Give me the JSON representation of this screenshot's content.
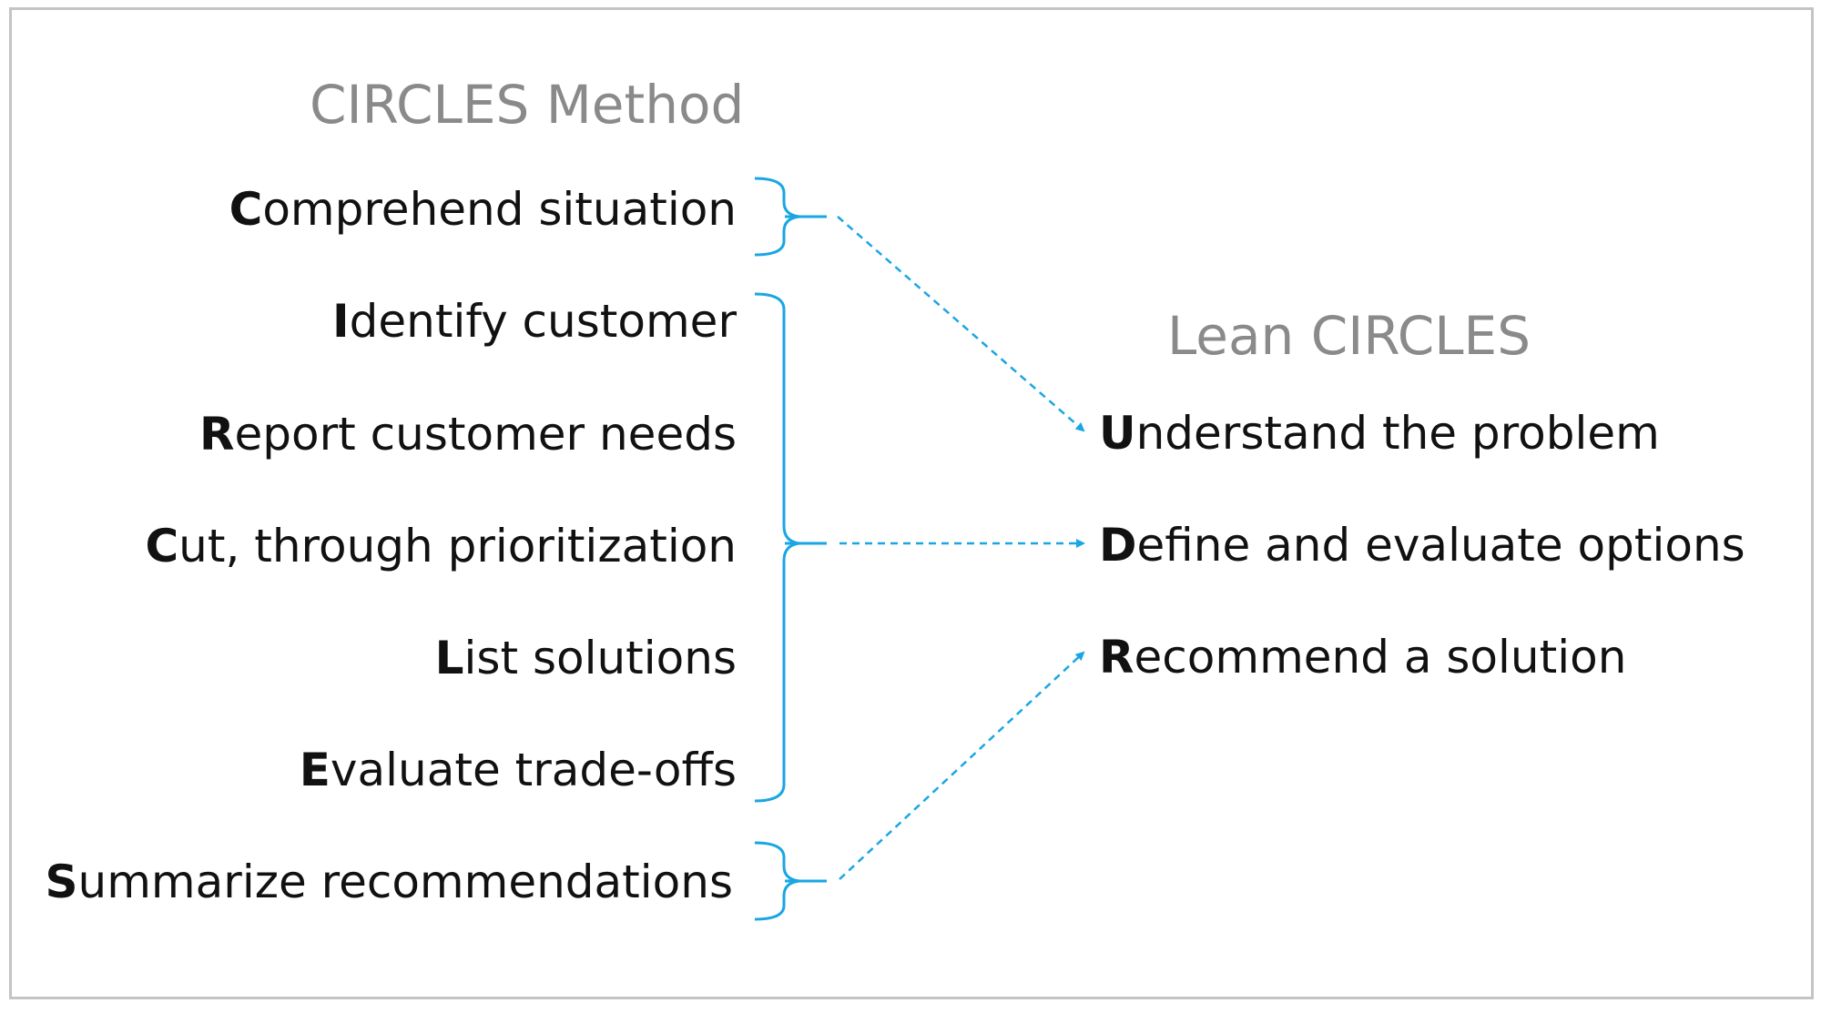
{
  "left_heading": "CIRCLES Method",
  "right_heading": "Lean CIRCLES",
  "circles_steps": [
    {
      "initial": "C",
      "rest": "omprehend situation"
    },
    {
      "initial": "I",
      "rest": "dentify customer"
    },
    {
      "initial": "R",
      "rest": "eport customer needs"
    },
    {
      "initial": "C",
      "rest": "ut, through prioritization"
    },
    {
      "initial": "L",
      "rest": "ist solutions"
    },
    {
      "initial": "E",
      "rest": "valuate trade-offs"
    },
    {
      "initial": "S",
      "rest": "ummarize recommendations"
    }
  ],
  "lean_steps": [
    {
      "initial": "U",
      "rest": "nderstand the problem"
    },
    {
      "initial": "D",
      "rest": "efine and evaluate options"
    },
    {
      "initial": "R",
      "rest": "ecommend a solution"
    }
  ],
  "colors": {
    "connector": "#1aa6e4",
    "heading": "#8a8a8a",
    "text": "#111111",
    "border": "#c4c4c4"
  }
}
